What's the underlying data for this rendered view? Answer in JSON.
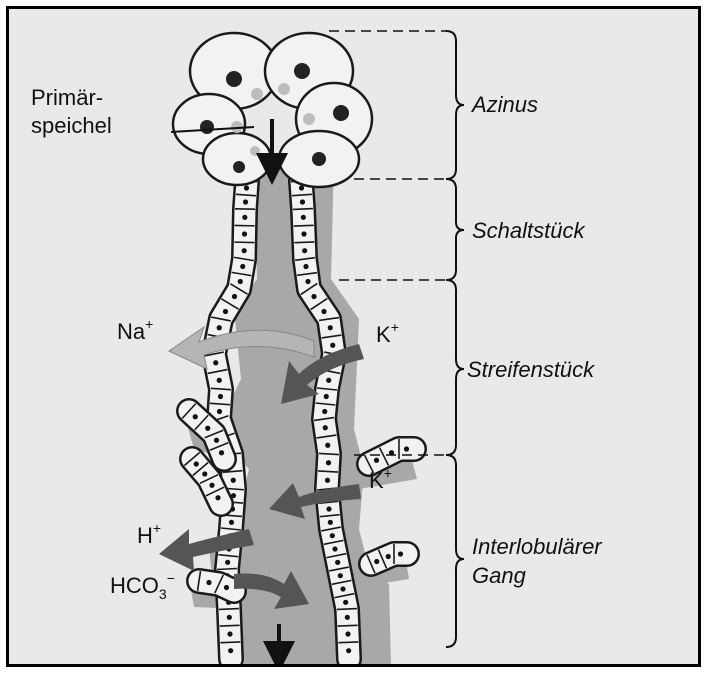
{
  "title": "",
  "label_primaerspeichel_line1": "Primär-",
  "label_primaerspeichel_line2": "speichel",
  "sections": [
    {
      "label": "Azinus"
    },
    {
      "label": "Schaltstück"
    },
    {
      "label": "Streifenstück"
    },
    {
      "label": "Interlobulärer"
    },
    {
      "label": "Gang"
    }
  ],
  "ions": {
    "na": {
      "base": "Na",
      "sup": "+"
    },
    "k1": {
      "base": "K",
      "sup": "+"
    },
    "k2": {
      "base": "K",
      "sup": "+"
    },
    "h": {
      "base": "H",
      "sup": "+"
    },
    "hco3": {
      "base": "HCO",
      "sub": "3",
      "sup": "−"
    }
  },
  "colors": {
    "background": "#e9e9e9",
    "lumen": "#a8a8a8",
    "cell_fill": "#f2f2f2",
    "cell_stroke": "#1a1a1a",
    "arrow_dark": "#555555",
    "arrow_light": "#b5b5b5"
  }
}
